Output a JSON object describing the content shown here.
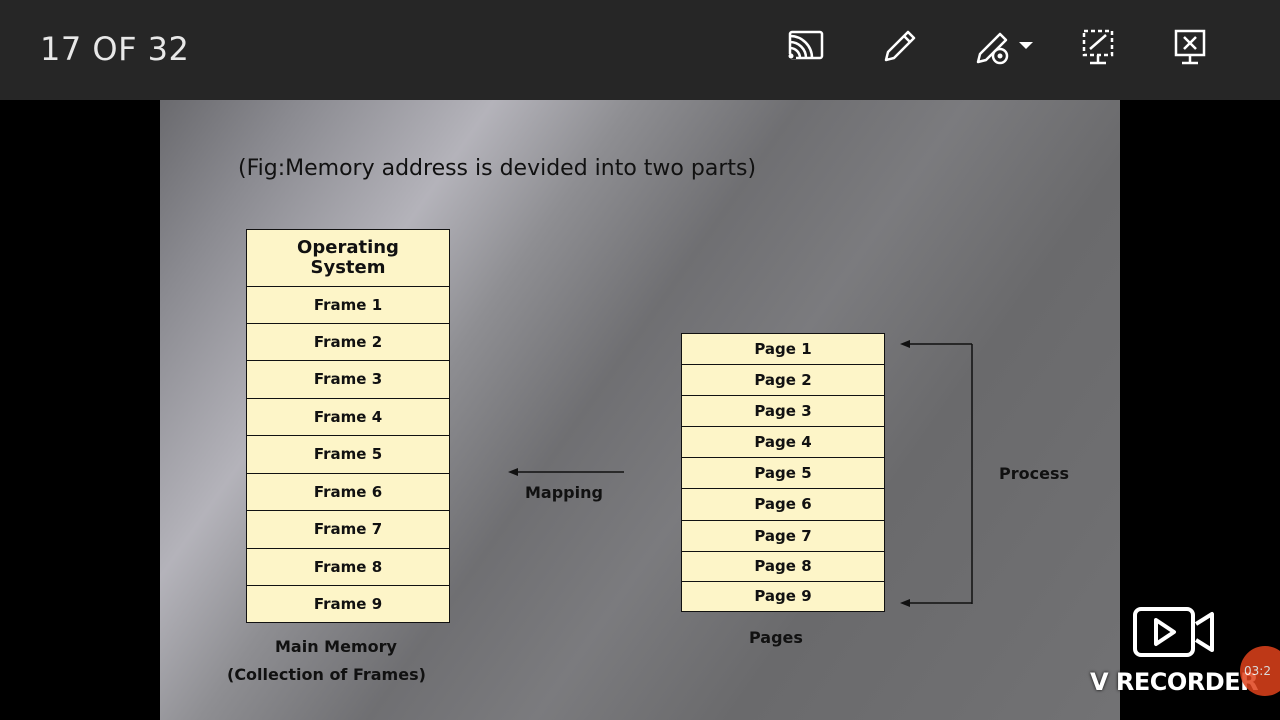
{
  "toolbar": {
    "counter": "17 OF 32",
    "icons": [
      "cast-icon",
      "pen-icon",
      "pen-settings-icon",
      "chevron-down-icon",
      "screen-icon",
      "close-presentation-icon"
    ]
  },
  "slide": {
    "caption": "(Fig:Memory address is devided into two parts)",
    "memory": {
      "header": "Operating System",
      "frames": [
        "Frame 1",
        "Frame 2",
        "Frame 3",
        "Frame 4",
        "Frame 5",
        "Frame 6",
        "Frame 7",
        "Frame 8",
        "Frame 9"
      ],
      "label_line1": "Main Memory",
      "label_line2": "(Collection of Frames)"
    },
    "mapping_label": "Mapping",
    "pages": {
      "items": [
        "Page 1",
        "Page 2",
        "Page 3",
        "Page 4",
        "Page 5",
        "Page 6",
        "Page 7",
        "Page 8",
        "Page 9"
      ],
      "label": "Pages"
    },
    "process_label": "Process"
  },
  "recorder": {
    "brand": "V RECORDER",
    "timer": "03:2"
  },
  "colors": {
    "topbar": "#262626",
    "cell_fill": "#fdf5c8",
    "record_dot": "#e0421c"
  }
}
